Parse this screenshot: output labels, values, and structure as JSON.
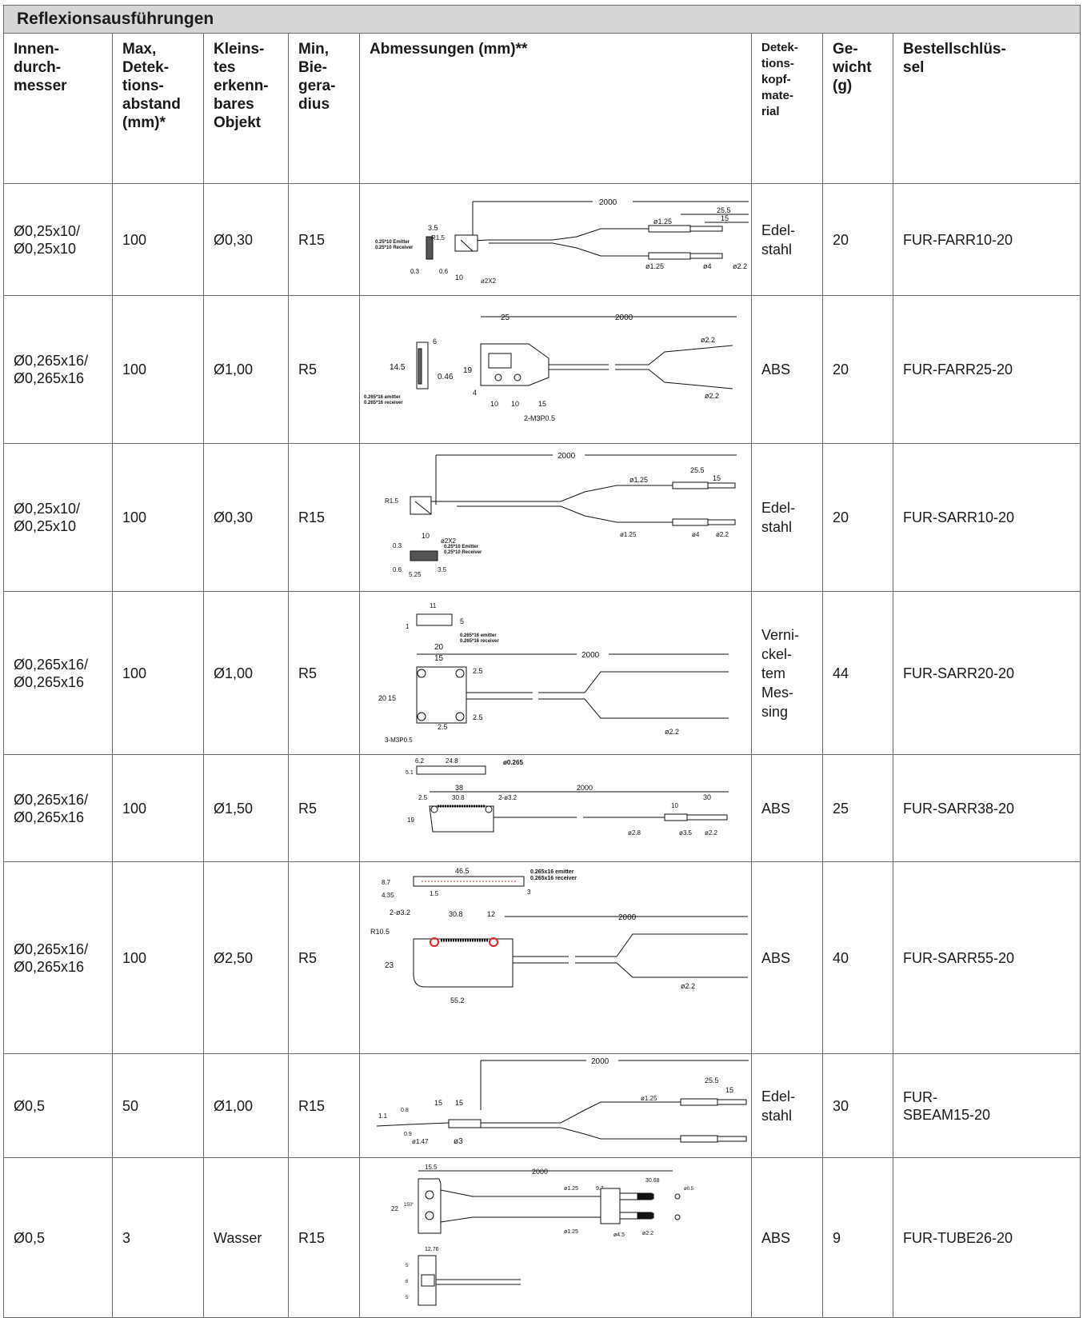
{
  "table": {
    "title": "Reflexionsausführungen",
    "headers": [
      "Innen-\ndurch-\nmesser",
      "Max,\nDetek-\ntions-\nabstand\n(mm)*",
      "Kleins-\ntes\nerkenn-\nbares\nObjekt",
      "Min,\nBie-\ngera-\ndius",
      "Abmessungen (mm)**",
      "Detek-\ntions-\nkopf-\nmate-\nrial",
      "Ge-\nwicht\n(g)",
      "Bestellschlüs-\nsel"
    ],
    "rows": [
      {
        "inner": "Ø0,25x10/\nØ0,25x10",
        "max": "100",
        "smallest": "Ø0,30",
        "bend": "R15",
        "material": "Edel-\nstahl",
        "weight": "20",
        "order": "FUR-FARR10-20",
        "dims": {
          "length": "2000",
          "a": "25.5",
          "b": "15",
          "c": "ø1.25",
          "d": "ø4",
          "e": "ø2.2",
          "f": "3.5",
          "g": "10",
          "h": "ø2X2",
          "i": "R1.5",
          "j": "0.3",
          "k": "0.6",
          "note": "0.25*10 Emitter\n0.25*10 Receiver"
        }
      },
      {
        "inner": "Ø0,265x16/\nØ0,265x16",
        "max": "100",
        "smallest": "Ø1,00",
        "bend": "R5",
        "material": "ABS",
        "weight": "20",
        "order": "FUR-FARR25-20",
        "dims": {
          "length": "2000",
          "a": "25",
          "b": "ø2.2",
          "c": "14.5",
          "d": "0.46",
          "e": "19",
          "f": "10",
          "g": "15",
          "h": "2-M3P0.5",
          "i": "6",
          "j": "4",
          "note": "0.265*16 emitter\n0.265*16 receiver"
        }
      },
      {
        "inner": "Ø0,25x10/\nØ0,25x10",
        "max": "100",
        "smallest": "Ø0,30",
        "bend": "R15",
        "material": "Edel-\nstahl",
        "weight": "20",
        "order": "FUR-SARR10-20",
        "dims": {
          "length": "2000",
          "a": "25.5",
          "b": "15",
          "c": "ø1.25",
          "d": "ø4",
          "e": "ø2.2",
          "f": "10",
          "g": "ø2X2",
          "h": "R1.5",
          "i": "3.5",
          "j": "0.6",
          "k": "5.25",
          "note": "0.25*10 Emitter\n0.25*10 Receiver"
        }
      },
      {
        "inner": "Ø0,265x16/\nØ0,265x16",
        "max": "100",
        "smallest": "Ø1,00",
        "bend": "R5",
        "material": "Verni-\nckel-\ntem\nMes-\nsing",
        "weight": "44",
        "order": "FUR-SARR20-20",
        "dims": {
          "length": "2000",
          "a": "11",
          "b": "5",
          "c": "20",
          "d": "15",
          "e": "2.5",
          "f": "ø2.2",
          "g": "3-M3P0.5",
          "h": "1",
          "note": "0.265*16 emitter\n0.265*16 receiver"
        }
      },
      {
        "inner": "Ø0,265x16/\nØ0,265x16",
        "max": "100",
        "smallest": "Ø1,50",
        "bend": "R5",
        "material": "ABS",
        "weight": "25",
        "order": "FUR-SARR38-20",
        "dims": {
          "length": "2000",
          "a": "6.2",
          "b": "24.8",
          "c": "ø0.265",
          "d": "38",
          "e": "30.8",
          "f": "2-ø3.2",
          "g": "30",
          "h": "10",
          "i": "ø2.8",
          "j": "ø3.5",
          "k": "ø2.2",
          "l": "19",
          "m": "2.5",
          "n": "5.1"
        }
      },
      {
        "inner": "Ø0,265x16/\nØ0,265x16",
        "max": "100",
        "smallest": "Ø2,50",
        "bend": "R5",
        "material": "ABS",
        "weight": "40",
        "order": "FUR-SARR55-20",
        "dims": {
          "length": "2000",
          "a": "46.5",
          "b": "1.5",
          "c": "4.35",
          "d": "3",
          "e": "2-ø3.2",
          "f": "30.8",
          "g": "12",
          "h": "R10.5",
          "i": "23",
          "j": "55.2",
          "k": "ø2.2",
          "l": "8.7",
          "note": "0.265x16 emitter\n0.265x16 receiver"
        }
      },
      {
        "inner": "Ø0,5",
        "max": "50",
        "smallest": "Ø1,00",
        "bend": "R15",
        "material": "Edel-\nstahl",
        "weight": "30",
        "order": "FUR-\nSBEAM15-20",
        "dims": {
          "length": "2000",
          "a": "25.5",
          "b": "15",
          "c": "ø1.25",
          "d": "15",
          "e": "15",
          "f": "1.1",
          "g": "0.8",
          "h": "0.9",
          "i": "ø1.47",
          "j": "ø3"
        }
      },
      {
        "inner": "Ø0,5",
        "max": "3",
        "smallest": "Wasser",
        "bend": "R15",
        "material": "ABS",
        "weight": "9",
        "order": "FUR-TUBE26-20",
        "dims": {
          "length": "2000",
          "a": "15.5",
          "b": "30.68",
          "c": "9.7",
          "d": "ø1.25",
          "e": "ø4.5",
          "f": "ø2.2",
          "g": "ø0.5",
          "h": "22",
          "i": "150°",
          "j": "12.76",
          "k": "5"
        }
      }
    ]
  }
}
